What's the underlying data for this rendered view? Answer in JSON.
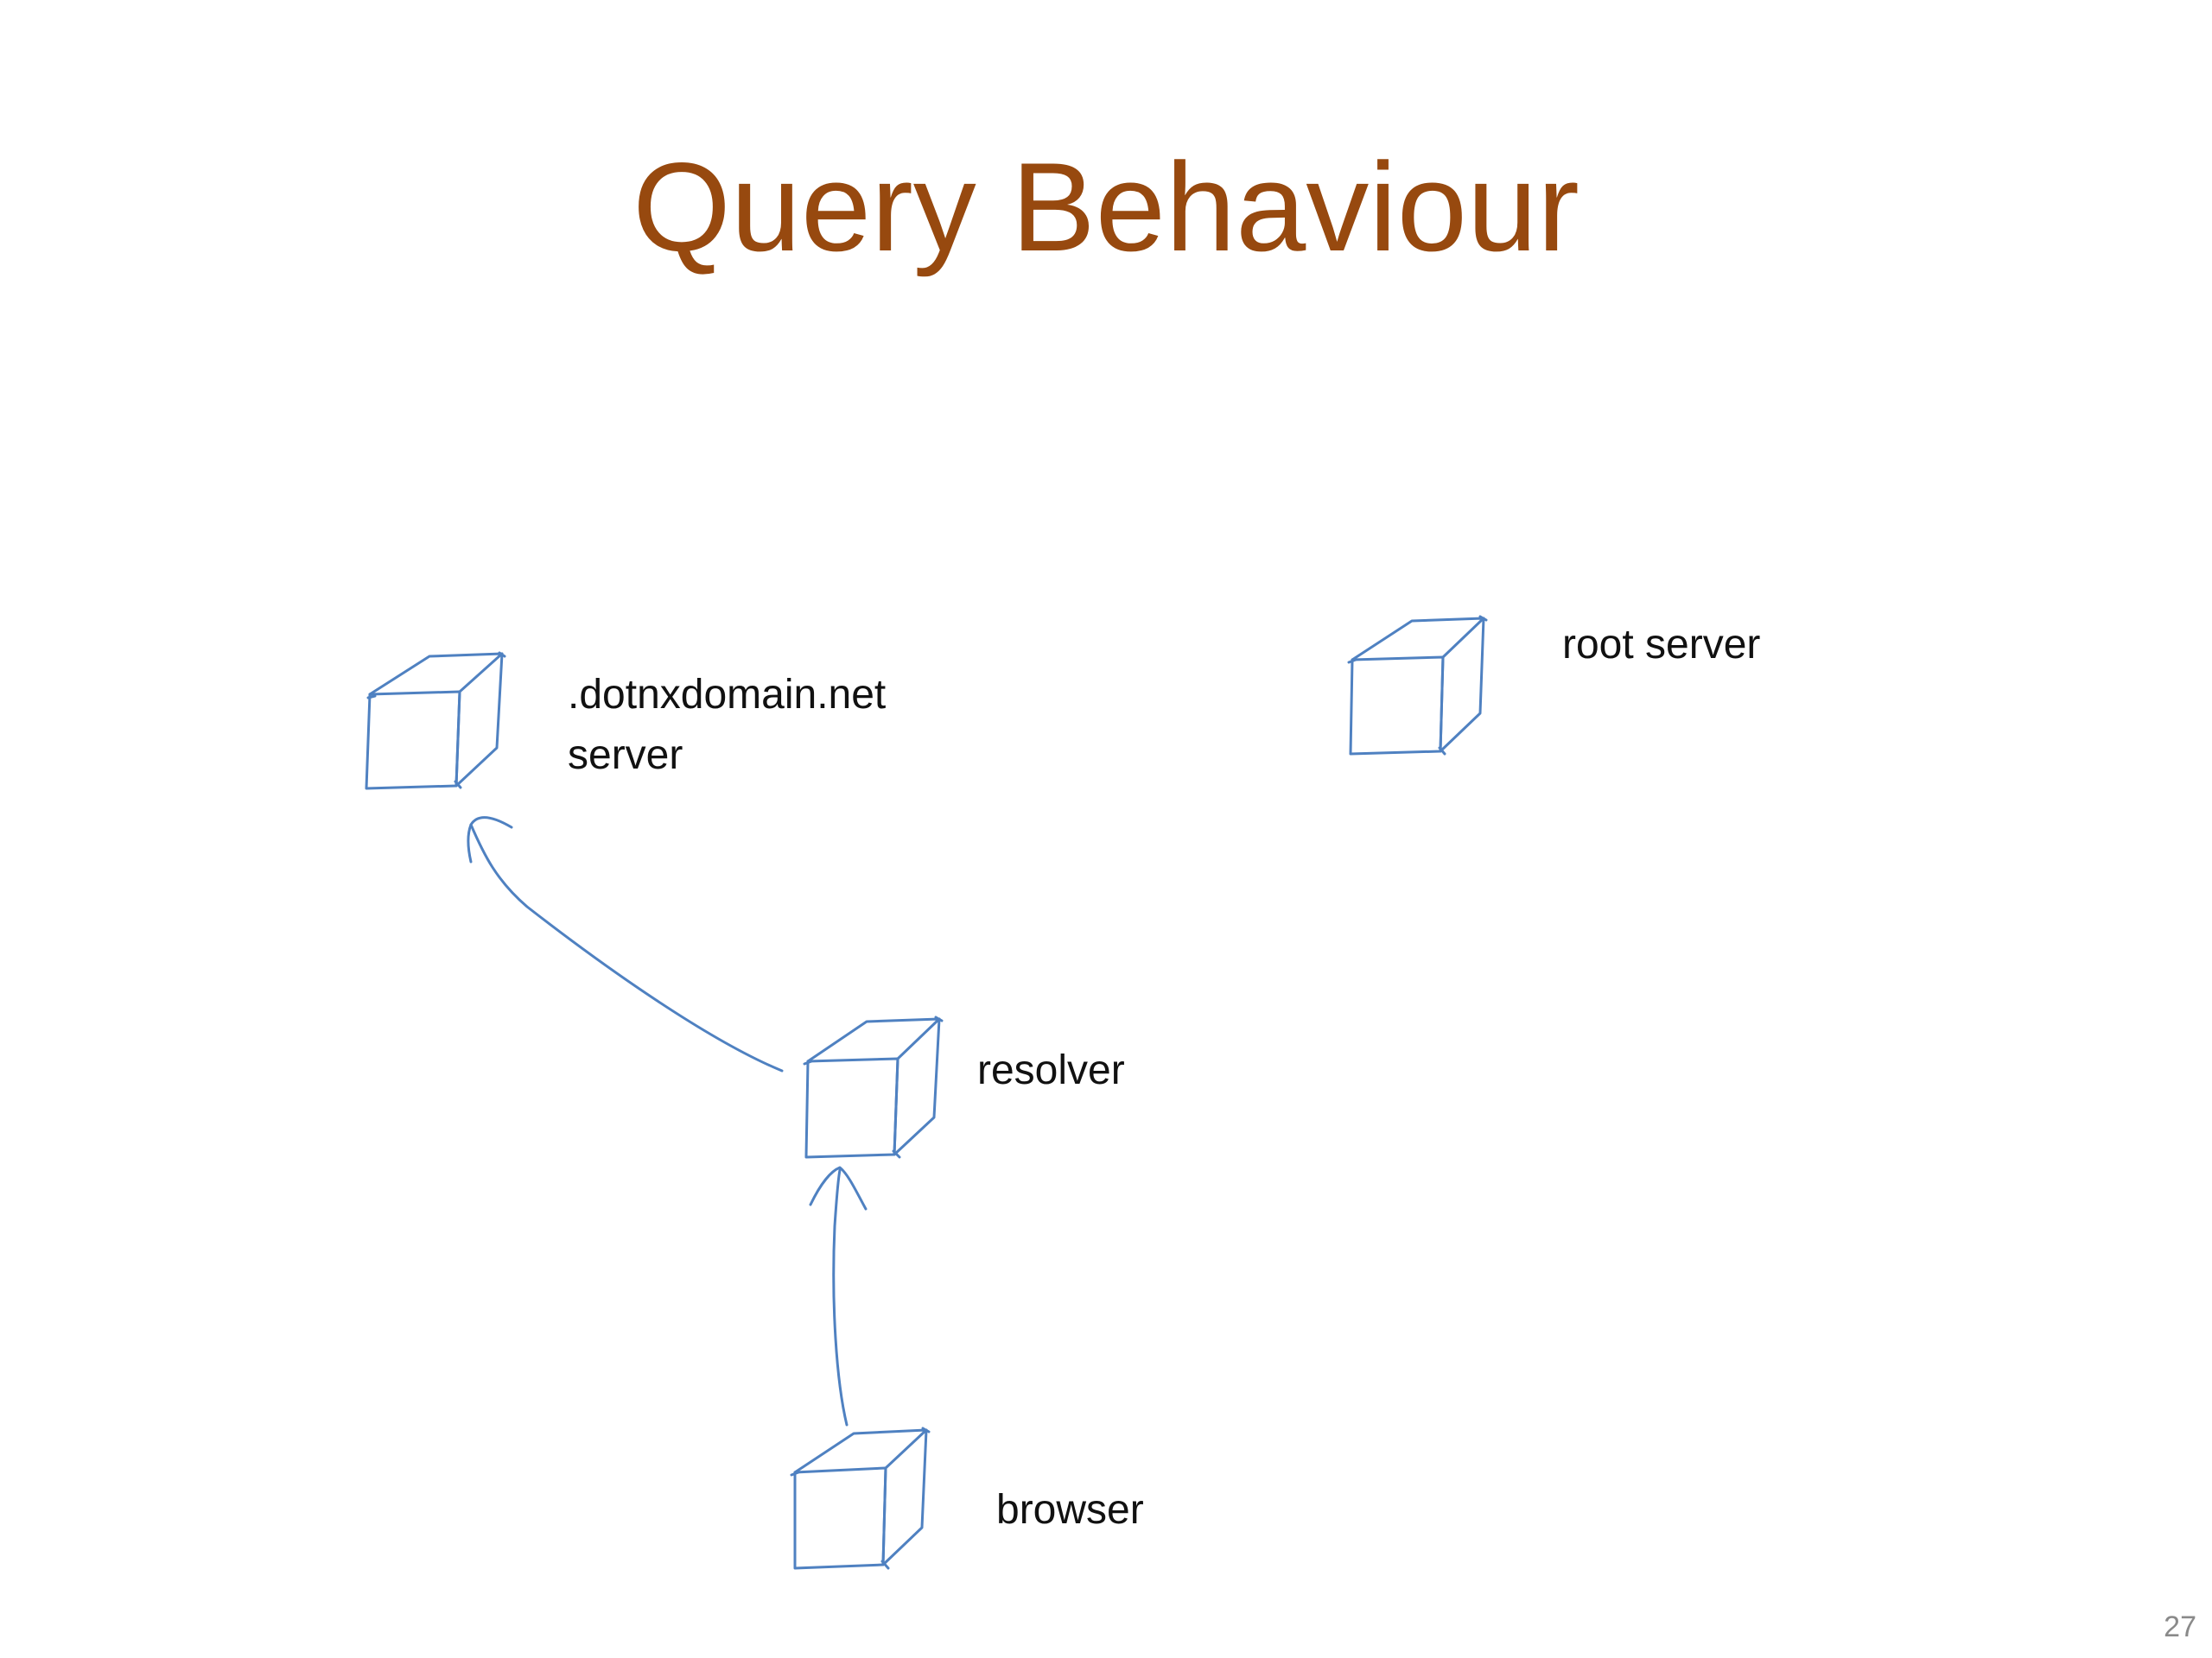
{
  "slide": {
    "title": "Query Behaviour",
    "page_number": "27"
  },
  "nodes": {
    "dotnxdomain": {
      "line1": ".dotnxdomain.net",
      "line2": "server"
    },
    "root": {
      "label": "root server"
    },
    "resolver": {
      "label": "resolver"
    },
    "browser": {
      "label": "browser"
    }
  },
  "colors": {
    "title": "#97490f",
    "sketch": "#4f81c1",
    "text": "#111111",
    "page_number": "#8a8a8a"
  }
}
